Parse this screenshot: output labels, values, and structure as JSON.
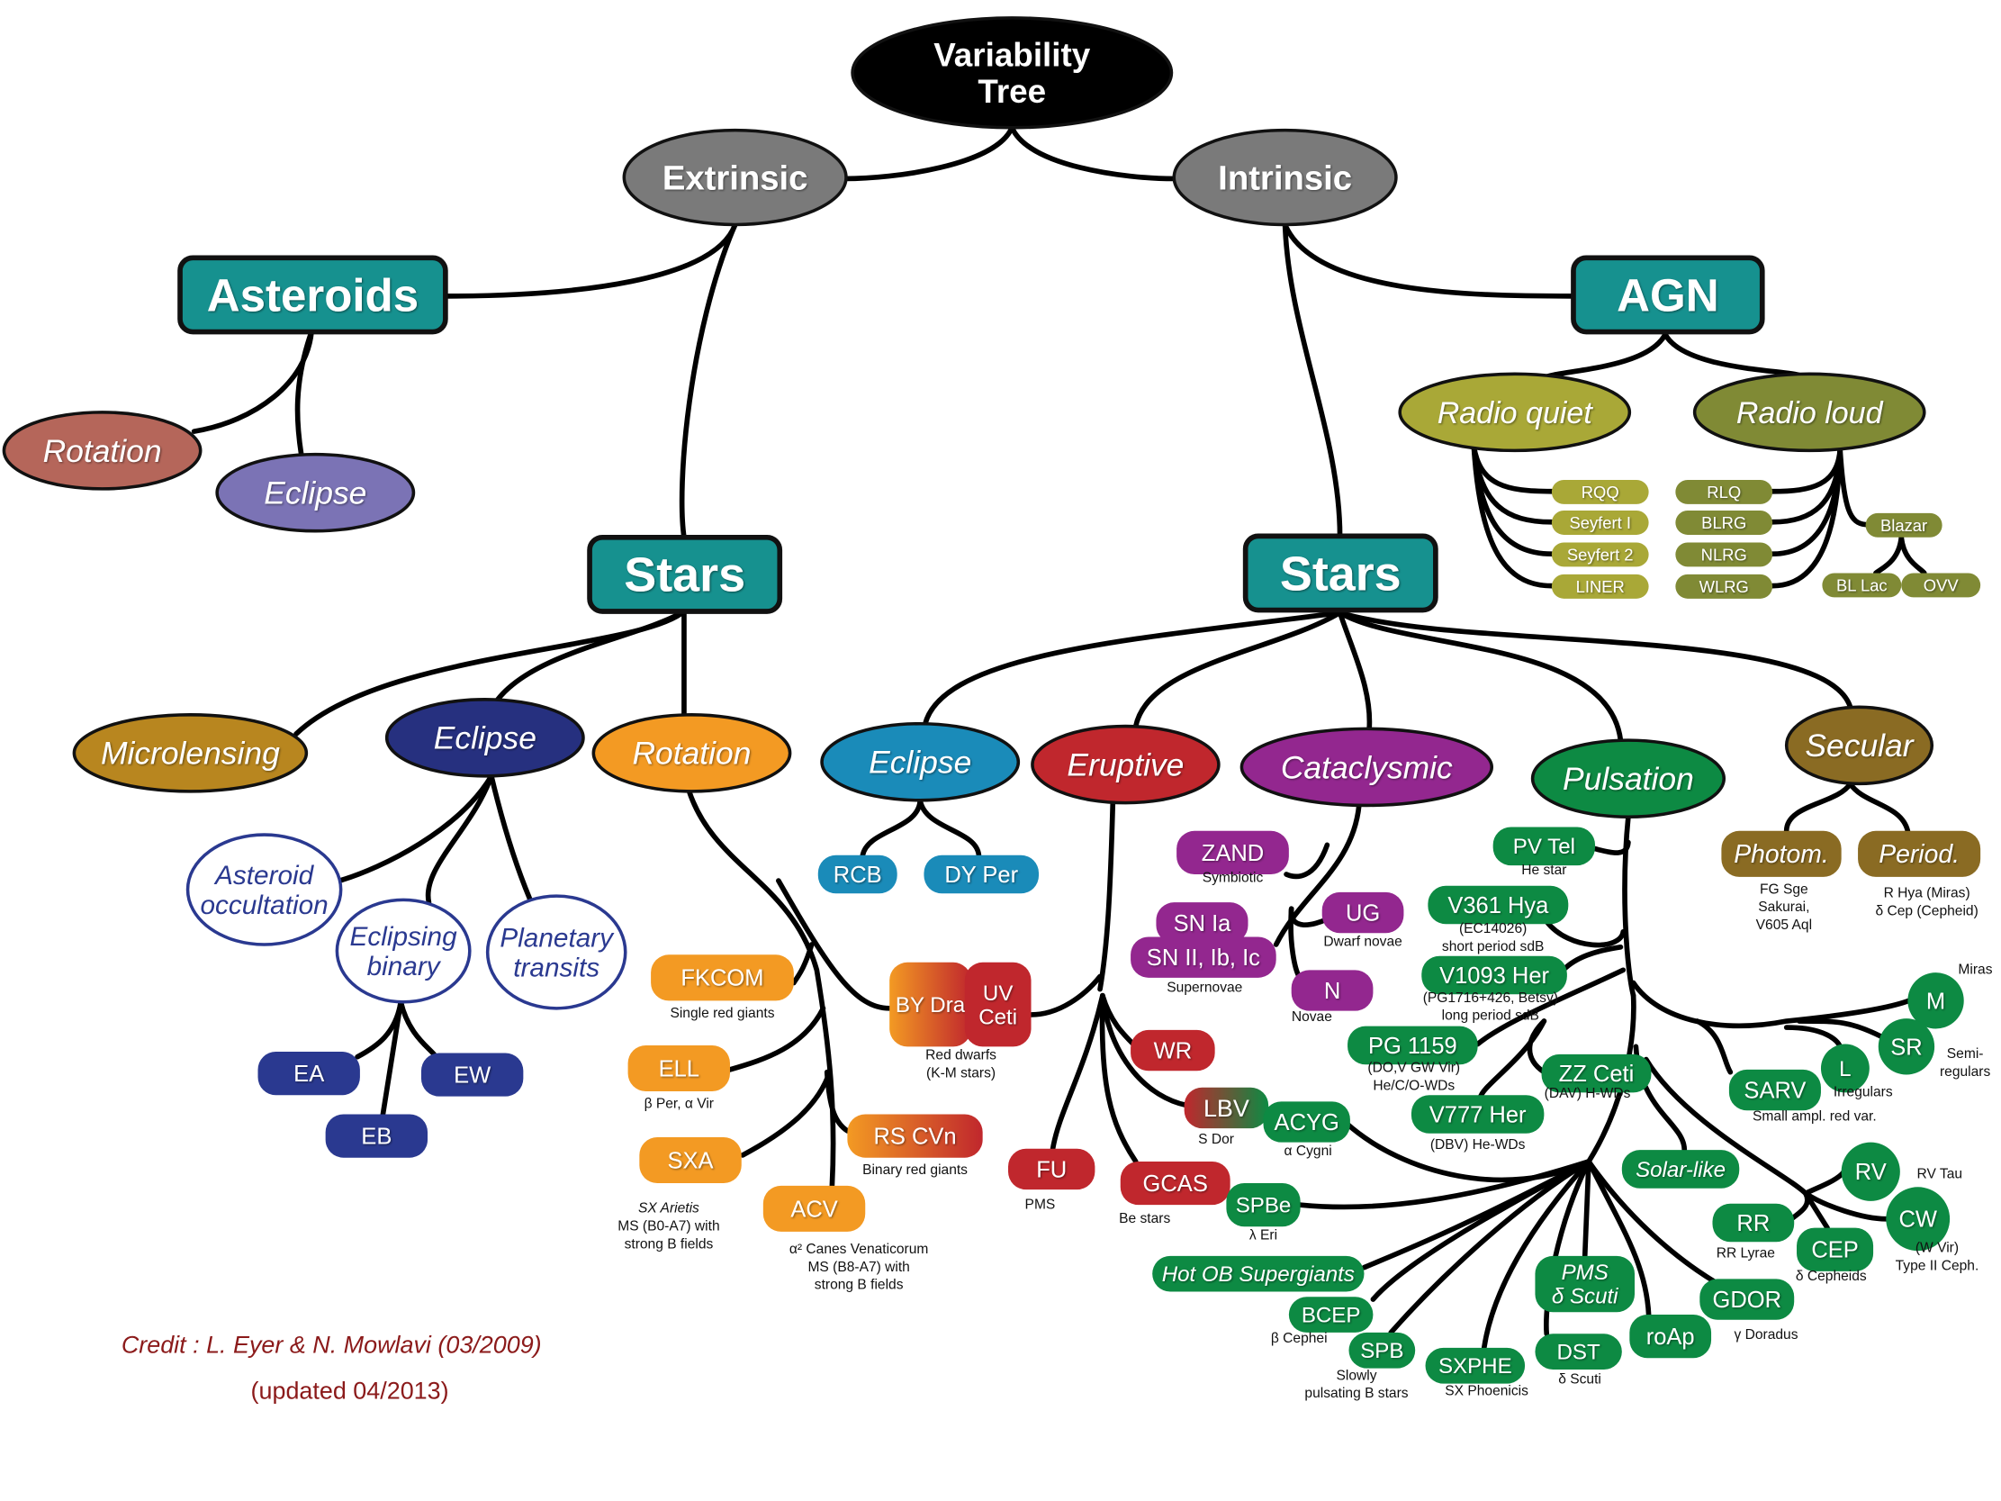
{
  "title": "Variability Tree",
  "credit": {
    "line1": "Credit :  L. Eyer & N. Mowlavi  (03/2009)",
    "line2": "(updated 04/2013)"
  },
  "nodes": [
    {
      "id": "root",
      "label": "Variability\nTree",
      "color": "#000000",
      "parent": null
    },
    {
      "id": "extrinsic",
      "label": "Extrinsic",
      "color": "#7a7a7a",
      "parent": "root"
    },
    {
      "id": "intrinsic",
      "label": "Intrinsic",
      "color": "#7a7a7a",
      "parent": "root"
    },
    {
      "id": "asteroids",
      "label": "Asteroids",
      "color": "#16918f",
      "parent": "extrinsic"
    },
    {
      "id": "ast-rotation",
      "label": "Rotation",
      "color": "#b5665a",
      "parent": "asteroids"
    },
    {
      "id": "ast-eclipse",
      "label": "Eclipse",
      "color": "#7b73b5",
      "parent": "asteroids"
    },
    {
      "id": "stars-ext",
      "label": "Stars",
      "color": "#16918f",
      "parent": "extrinsic"
    },
    {
      "id": "microlensing",
      "label": "Microlensing",
      "color": "#b8861f",
      "parent": "stars-ext"
    },
    {
      "id": "ext-eclipse",
      "label": "Eclipse",
      "color": "#26307f",
      "parent": "stars-ext"
    },
    {
      "id": "ext-rotation",
      "label": "Rotation",
      "color": "#f39a23",
      "parent": "stars-ext"
    },
    {
      "id": "asteroid-occultation",
      "label": "Asteroid\noccultation",
      "color": "#2a3990",
      "parent": "ext-eclipse"
    },
    {
      "id": "eclipsing-binary",
      "label": "Eclipsing\nbinary",
      "color": "#2a3990",
      "parent": "ext-eclipse"
    },
    {
      "id": "planetary-transits",
      "label": "Planetary\ntransits",
      "color": "#2a3990",
      "parent": "ext-eclipse"
    },
    {
      "id": "ea",
      "label": "EA",
      "color": "#2a3990",
      "parent": "eclipsing-binary"
    },
    {
      "id": "ew",
      "label": "EW",
      "color": "#2a3990",
      "parent": "eclipsing-binary"
    },
    {
      "id": "eb",
      "label": "EB",
      "color": "#2a3990",
      "parent": "eclipsing-binary"
    },
    {
      "id": "fkcom",
      "label": "FKCOM",
      "sub": [
        "Single red giants"
      ],
      "color": "#f39a23",
      "parent": "ext-rotation"
    },
    {
      "id": "ell",
      "label": "ELL",
      "sub": [
        "β Per, α Vir"
      ],
      "color": "#f39a23",
      "parent": "ext-rotation"
    },
    {
      "id": "sxa",
      "label": "SXA",
      "sub": [
        "SX Arietis",
        "MS (B0-A7) with",
        "strong B fields"
      ],
      "color": "#f39a23",
      "parent": "ext-rotation"
    },
    {
      "id": "acv",
      "label": "ACV",
      "sub": [
        "α² Canes Venaticorum",
        "MS (B8-A7) with",
        "strong B fields"
      ],
      "color": "#f39a23",
      "parent": "ext-rotation"
    },
    {
      "id": "rscvn",
      "label": "RS CVn",
      "sub": [
        "Binary red giants"
      ],
      "color": [
        "#f39a23",
        "#c0272d"
      ],
      "parent": "ext-rotation"
    },
    {
      "id": "bydra",
      "label": "BY Dra",
      "sub": [
        "Red dwarfs",
        "(K-M stars)"
      ],
      "color": [
        "#f39a23",
        "#c0272d"
      ],
      "parent": "ext-rotation"
    },
    {
      "id": "uvceti",
      "label": "UV\nCeti",
      "color": "#c0272d",
      "parent": "eruptive"
    },
    {
      "id": "stars-int",
      "label": "Stars",
      "color": "#16918f",
      "parent": "intrinsic"
    },
    {
      "id": "agn",
      "label": "AGN",
      "color": "#16918f",
      "parent": "intrinsic"
    },
    {
      "id": "radio-quiet",
      "label": "Radio quiet",
      "color": "#a9a837",
      "parent": "agn"
    },
    {
      "id": "radio-loud",
      "label": "Radio loud",
      "color": "#808a35",
      "parent": "agn"
    },
    {
      "id": "rqq",
      "label": "RQQ",
      "color": "#a9a837",
      "parent": "radio-quiet"
    },
    {
      "id": "seyfert1",
      "label": "Seyfert I",
      "color": "#a9a837",
      "parent": "radio-quiet"
    },
    {
      "id": "seyfert2",
      "label": "Seyfert 2",
      "color": "#a9a837",
      "parent": "radio-quiet"
    },
    {
      "id": "liner",
      "label": "LINER",
      "color": "#a9a837",
      "parent": "radio-quiet"
    },
    {
      "id": "rlq",
      "label": "RLQ",
      "color": "#808a35",
      "parent": "radio-loud"
    },
    {
      "id": "blrg",
      "label": "BLRG",
      "color": "#808a35",
      "parent": "radio-loud"
    },
    {
      "id": "nlrg",
      "label": "NLRG",
      "color": "#808a35",
      "parent": "radio-loud"
    },
    {
      "id": "wlrg",
      "label": "WLRG",
      "color": "#808a35",
      "parent": "radio-loud"
    },
    {
      "id": "blazar",
      "label": "Blazar",
      "color": "#808a35",
      "parent": "radio-loud"
    },
    {
      "id": "bllac",
      "label": "BL Lac",
      "color": "#808a35",
      "parent": "blazar"
    },
    {
      "id": "ovv",
      "label": "OVV",
      "color": "#808a35",
      "parent": "blazar"
    },
    {
      "id": "int-eclipse",
      "label": "Eclipse",
      "color": "#1a8bb9",
      "parent": "stars-int"
    },
    {
      "id": "eruptive",
      "label": "Eruptive",
      "color": "#c0272d",
      "parent": "stars-int"
    },
    {
      "id": "cataclysmic",
      "label": "Cataclysmic",
      "color": "#93278f",
      "parent": "stars-int"
    },
    {
      "id": "pulsation",
      "label": "Pulsation",
      "color": "#0d8a43",
      "parent": "stars-int"
    },
    {
      "id": "secular",
      "label": "Secular",
      "color": "#8a6b23",
      "parent": "stars-int"
    },
    {
      "id": "rcb",
      "label": "RCB",
      "color": "#1a8bb9",
      "parent": "int-eclipse"
    },
    {
      "id": "dyper",
      "label": "DY Per",
      "color": "#1a8bb9",
      "parent": "int-eclipse"
    },
    {
      "id": "photom",
      "label": "Photom.",
      "sub": [
        "FG Sge",
        "Sakurai,",
        "V605 Aql"
      ],
      "color": "#8a6b23",
      "parent": "secular"
    },
    {
      "id": "period",
      "label": "Period.",
      "sub": [
        "R Hya (Miras)",
        "δ Cep (Cepheid)"
      ],
      "color": "#8a6b23",
      "parent": "secular"
    },
    {
      "id": "zand",
      "label": "ZAND",
      "sub": [
        "Symbiotic"
      ],
      "color": "#93278f",
      "parent": "cataclysmic"
    },
    {
      "id": "snia",
      "label": "SN Ia",
      "color": "#93278f",
      "parent": "cataclysmic"
    },
    {
      "id": "sn2",
      "label": "SN II, Ib, Ic",
      "sub": [
        "Supernovae"
      ],
      "color": "#93278f",
      "parent": "cataclysmic"
    },
    {
      "id": "ug",
      "label": "UG",
      "sub": [
        "Dwarf novae"
      ],
      "color": "#93278f",
      "parent": "cataclysmic"
    },
    {
      "id": "n",
      "label": "N",
      "sub": [
        "Novae"
      ],
      "color": "#93278f",
      "parent": "cataclysmic"
    },
    {
      "id": "wr",
      "label": "WR",
      "color": "#c0272d",
      "parent": "eruptive"
    },
    {
      "id": "lbv",
      "label": "LBV",
      "sub": [
        "S Dor"
      ],
      "color": [
        "#c0272d",
        "#0d8a43"
      ],
      "parent": "eruptive"
    },
    {
      "id": "acyg",
      "label": "ACYG",
      "sub": [
        "α Cygni"
      ],
      "color": "#0d8a43",
      "parent": "pulsation"
    },
    {
      "id": "fu",
      "label": "FU",
      "sub": [
        "PMS"
      ],
      "color": "#c0272d",
      "parent": "eruptive"
    },
    {
      "id": "gcas",
      "label": "GCAS",
      "sub": [
        "Be stars"
      ],
      "color": "#c0272d",
      "parent": "eruptive"
    },
    {
      "id": "spbe",
      "label": "SPBe",
      "sub": [
        "λ Eri"
      ],
      "color": "#0d8a43",
      "parent": "pulsation"
    },
    {
      "id": "pvtel",
      "label": "PV Tel",
      "sub": [
        "He star"
      ],
      "color": "#0d8a43",
      "parent": "pulsation"
    },
    {
      "id": "v361hya",
      "label": "V361 Hya",
      "sub": [
        "(EC14026)",
        "short period sdB"
      ],
      "color": "#0d8a43",
      "parent": "pulsation"
    },
    {
      "id": "v1093her",
      "label": "V1093 Her",
      "sub": [
        "(PG1716+426, Betsy)",
        "long period sdB"
      ],
      "color": "#0d8a43",
      "parent": "pulsation"
    },
    {
      "id": "pg1159",
      "label": "PG 1159",
      "sub": [
        "(DO,V GW Vir)",
        "He/C/O-WDs"
      ],
      "color": "#0d8a43",
      "parent": "pulsation"
    },
    {
      "id": "zzceti",
      "label": "ZZ Ceti",
      "sub": [
        "(DAV) H-WDs"
      ],
      "color": "#0d8a43",
      "parent": "pulsation"
    },
    {
      "id": "v777her",
      "label": "V777 Her",
      "sub": [
        "(DBV) He-WDs"
      ],
      "color": "#0d8a43",
      "parent": "pulsation"
    },
    {
      "id": "m",
      "label": "M",
      "sub": [
        "Miras"
      ],
      "color": "#0d8a43",
      "parent": "pulsation"
    },
    {
      "id": "sr",
      "label": "SR",
      "sub": [
        "Semi-",
        "regulars"
      ],
      "color": "#0d8a43",
      "parent": "pulsation"
    },
    {
      "id": "l",
      "label": "L",
      "sub": [
        "Irregulars"
      ],
      "color": "#0d8a43",
      "parent": "pulsation"
    },
    {
      "id": "sarv",
      "label": "SARV",
      "sub": [
        "Small ampl. red var."
      ],
      "color": "#0d8a43",
      "parent": "pulsation"
    },
    {
      "id": "solarlike",
      "label": "Solar-like",
      "color": "#0d8a43",
      "parent": "pulsation"
    },
    {
      "id": "rv",
      "label": "RV",
      "sub": [
        "RV Tau"
      ],
      "color": "#0d8a43",
      "parent": "pulsation"
    },
    {
      "id": "cw",
      "label": "CW",
      "sub": [
        "(W Vir)",
        "Type II Ceph."
      ],
      "color": "#0d8a43",
      "parent": "pulsation"
    },
    {
      "id": "rr",
      "label": "RR",
      "sub": [
        "RR Lyrae"
      ],
      "color": "#0d8a43",
      "parent": "pulsation"
    },
    {
      "id": "cep",
      "label": "CEP",
      "sub": [
        "δ Cepheids"
      ],
      "color": "#0d8a43",
      "parent": "pulsation"
    },
    {
      "id": "gdor",
      "label": "GDOR",
      "sub": [
        "γ Doradus"
      ],
      "color": "#0d8a43",
      "parent": "pulsation"
    },
    {
      "id": "hotob",
      "label": "Hot OB Supergiants",
      "color": "#0d8a43",
      "parent": "pulsation"
    },
    {
      "id": "bcep",
      "label": "BCEP",
      "sub": [
        "β Cephei"
      ],
      "color": "#0d8a43",
      "parent": "pulsation"
    },
    {
      "id": "spb",
      "label": "SPB",
      "sub": [
        "Slowly",
        "pulsating B stars"
      ],
      "color": "#0d8a43",
      "parent": "pulsation"
    },
    {
      "id": "sxphe",
      "label": "SXPHE",
      "sub": [
        "SX Phoenicis"
      ],
      "color": "#0d8a43",
      "parent": "pulsation"
    },
    {
      "id": "pmsdsct",
      "label": "PMS\nδ Scuti",
      "color": "#0d8a43",
      "parent": "pulsation"
    },
    {
      "id": "dst",
      "label": "DST",
      "sub": [
        "δ Scuti"
      ],
      "color": "#0d8a43",
      "parent": "pulsation"
    },
    {
      "id": "roap",
      "label": "roAp",
      "color": "#0d8a43",
      "parent": "pulsation"
    }
  ]
}
